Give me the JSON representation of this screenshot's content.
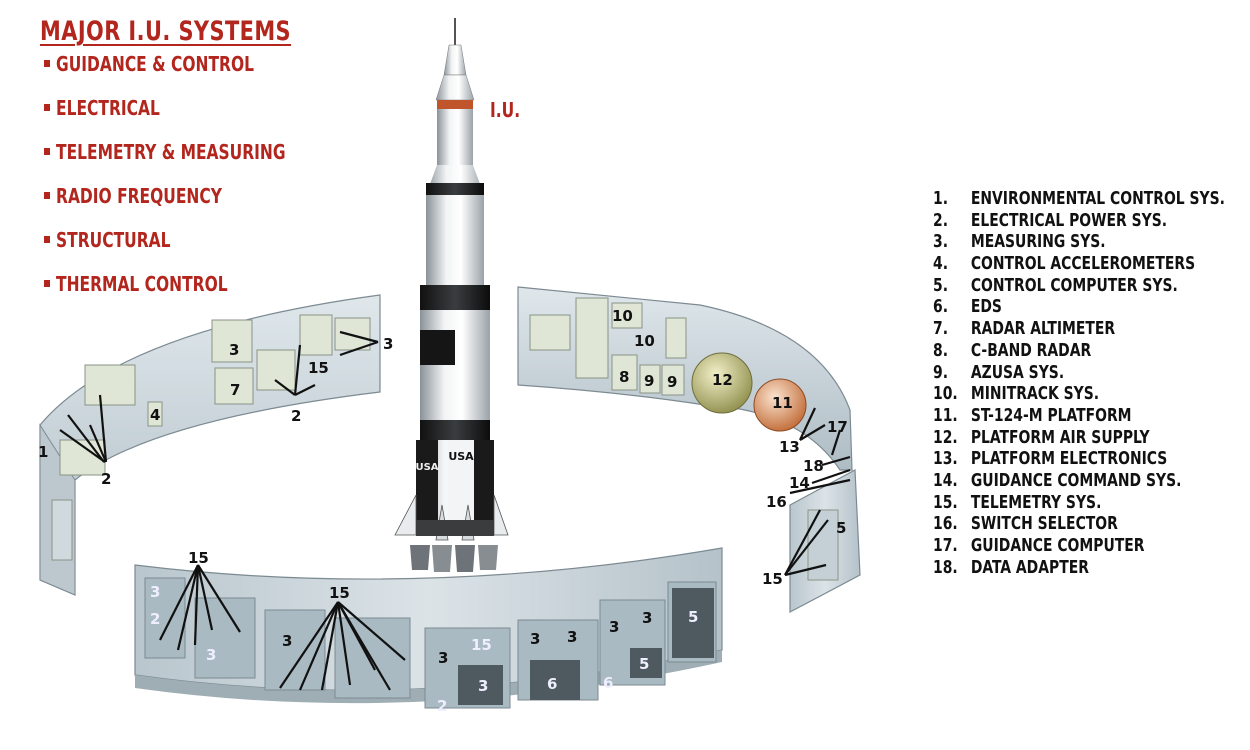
{
  "title": "MAJOR I.U. SYSTEMS",
  "major_systems": [
    "GUIDANCE & CONTROL",
    "ELECTRICAL",
    "TELEMETRY & MEASURING",
    "RADIO FREQUENCY",
    "STRUCTURAL",
    "THERMAL CONTROL"
  ],
  "iu_label": "I.U.",
  "rocket_markings": [
    "USA",
    "USA"
  ],
  "legend": [
    {
      "num": "1.",
      "label": "ENVIRONMENTAL CONTROL SYS."
    },
    {
      "num": "2.",
      "label": "ELECTRICAL POWER SYS."
    },
    {
      "num": "3.",
      "label": "MEASURING SYS."
    },
    {
      "num": "4.",
      "label": "CONTROL ACCELEROMETERS"
    },
    {
      "num": "5.",
      "label": "CONTROL COMPUTER SYS."
    },
    {
      "num": "6.",
      "label": "EDS"
    },
    {
      "num": "7.",
      "label": "RADAR ALTIMETER"
    },
    {
      "num": "8.",
      "label": "C-BAND RADAR"
    },
    {
      "num": "9.",
      "label": "AZUSA SYS."
    },
    {
      "num": "10.",
      "label": "MINITRACK SYS."
    },
    {
      "num": "11.",
      "label": "ST-124-M PLATFORM"
    },
    {
      "num": "12.",
      "label": "PLATFORM AIR SUPPLY"
    },
    {
      "num": "13.",
      "label": "PLATFORM ELECTRONICS"
    },
    {
      "num": "14.",
      "label": "GUIDANCE COMMAND SYS."
    },
    {
      "num": "15.",
      "label": "TELEMETRY SYS."
    },
    {
      "num": "16.",
      "label": "SWITCH SELECTOR"
    },
    {
      "num": "17.",
      "label": "GUIDANCE COMPUTER"
    },
    {
      "num": "18.",
      "label": "DATA ADAPTER"
    }
  ],
  "callouts": {
    "c1": "1",
    "c2a": "2",
    "c2b": "2",
    "c3a": "3",
    "c3b": "3",
    "c4": "4",
    "c7": "7",
    "c15a": "15",
    "c10a": "10",
    "c10b": "10",
    "c8": "8",
    "c9a": "9",
    "c9b": "9",
    "c12": "12",
    "c11": "11",
    "c13": "13",
    "c17": "17",
    "c18": "18",
    "c14": "14",
    "c16": "16",
    "c5a": "5",
    "c15b": "15",
    "c15c": "15",
    "c15d": "15",
    "c3c": "3",
    "c2c": "2",
    "c3d": "3",
    "c3e": "3",
    "c3f": "3",
    "c15e": "15",
    "c3g": "3",
    "c2d": "2",
    "c3h": "3",
    "c3i": "3",
    "c6a": "6",
    "c3j": "3",
    "c3k": "3",
    "c6b": "6",
    "c5b": "5",
    "c5c": "5"
  },
  "colors": {
    "accent_red": "#b3261e",
    "text": "#111111",
    "panel": "#c9d6dc",
    "shell": "#e8eef1"
  }
}
